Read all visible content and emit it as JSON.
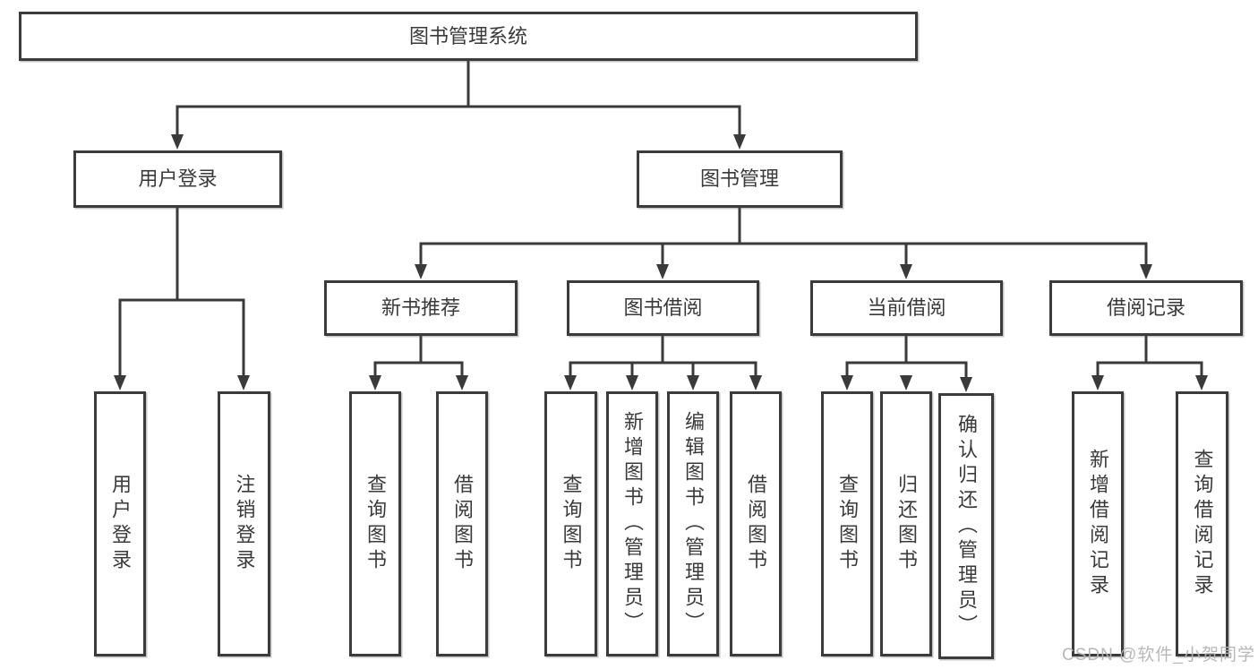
{
  "diagram": {
    "type": "hierarchy-tree",
    "orientation": "top-down"
  },
  "tree": {
    "root": {
      "label": "图书管理系统",
      "children": [
        {
          "label": "用户登录",
          "children": [
            {
              "label": "用户登录"
            },
            {
              "label": "注销登录"
            }
          ]
        },
        {
          "label": "图书管理",
          "children": [
            {
              "label": "新书推荐",
              "children": [
                {
                  "label": "查询图书"
                },
                {
                  "label": "借阅图书"
                }
              ]
            },
            {
              "label": "图书借阅",
              "children": [
                {
                  "label": "查询图书"
                },
                {
                  "label": "新增图书（管理员）"
                },
                {
                  "label": "编辑图书（管理员）"
                },
                {
                  "label": "借阅图书"
                }
              ]
            },
            {
              "label": "当前借阅",
              "children": [
                {
                  "label": "查询图书"
                },
                {
                  "label": "归还图书"
                },
                {
                  "label": "确认归还（管理员）"
                }
              ]
            },
            {
              "label": "借阅记录",
              "children": [
                {
                  "label": "新增借阅记录"
                },
                {
                  "label": "查询借阅记录"
                }
              ]
            }
          ]
        }
      ]
    }
  },
  "watermark": {
    "text": "CSDN @软件_小贺同学"
  },
  "colors": {
    "background": "#ffffff",
    "line": "#3a3a3a",
    "box_border": "#3b3b3b",
    "text": "#3a3a3a",
    "watermark": "#b4b4b4"
  }
}
